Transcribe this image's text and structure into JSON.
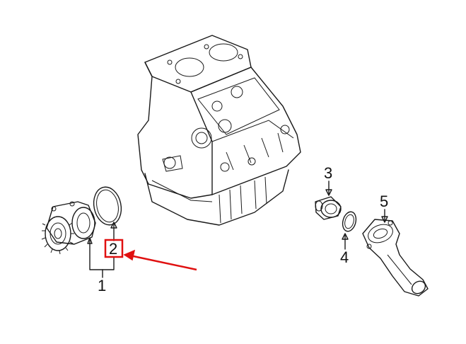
{
  "callouts": {
    "c1": "1",
    "c2": "2",
    "c3": "3",
    "c4": "4",
    "c5": "5"
  },
  "colors": {
    "highlight": "#e01010",
    "line": "#1a1a1a",
    "background": "#ffffff"
  }
}
